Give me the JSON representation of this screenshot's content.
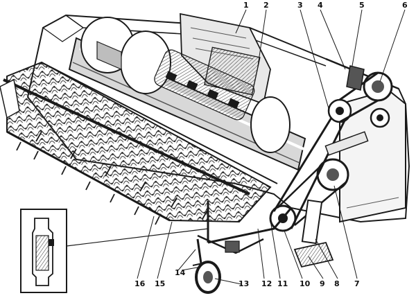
{
  "callouts": {
    "c1": "1",
    "c2": "2",
    "c3": "3",
    "c4": "4",
    "c5": "5",
    "c6": "6",
    "c7": "7",
    "c8": "8",
    "c9": "9",
    "c10": "10",
    "c11": "11",
    "c12": "12",
    "c13": "13",
    "c14": "14",
    "c15": "15",
    "c16": "16"
  },
  "colors": {
    "ink": "#1a1a1a",
    "shade": "#555555",
    "light_shade": "#bdbdbd",
    "paper": "#ffffff"
  }
}
